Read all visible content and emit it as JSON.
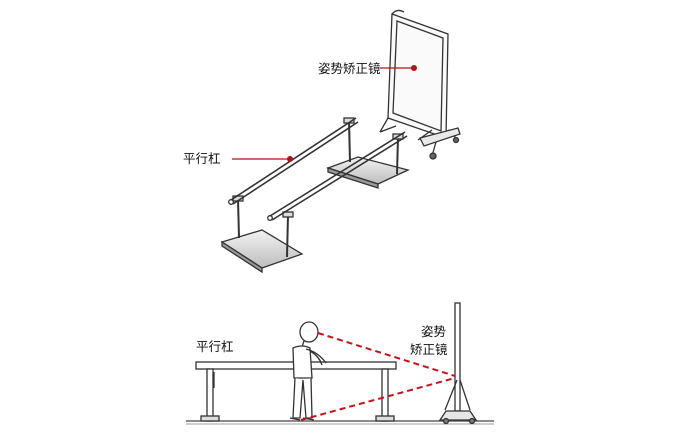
{
  "labels": {
    "mirror_top": "姿势矫正镜",
    "bars_top": "平行杠",
    "bars_bottom": "平行杠",
    "mirror_bottom_line1": "姿势",
    "mirror_bottom_line2": "矫正镜"
  },
  "colors": {
    "line": "#3a3a3a",
    "leader": "#b0121b",
    "sightline": "#c8101a",
    "plate_shadow": "#c8c8c8"
  }
}
